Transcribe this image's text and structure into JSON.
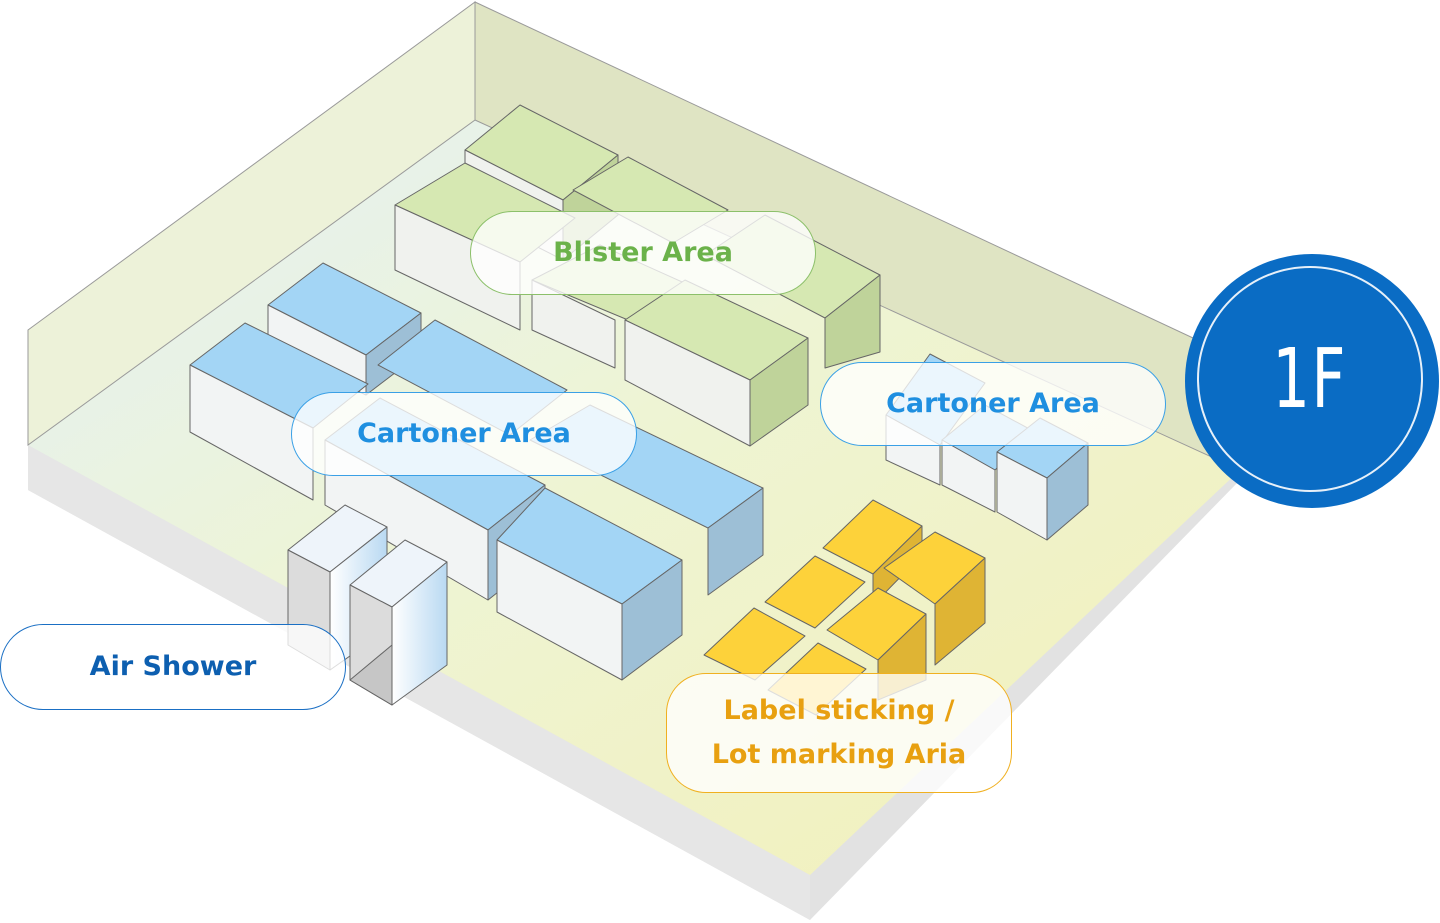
{
  "floor_badge": {
    "text": "1F",
    "color": "#0a6cc4"
  },
  "areas": {
    "blister": {
      "label": "Blister Area",
      "color": "#6bb24a"
    },
    "cartoner_left": {
      "label": "Cartoner Area",
      "color": "#1f8fe0"
    },
    "cartoner_right": {
      "label": "Cartoner Area",
      "color": "#1f8fe0"
    },
    "air_shower": {
      "label": "Air Shower",
      "color": "#0d5fb0"
    },
    "label_sticking": {
      "line1": "Label sticking /",
      "line2": "Lot marking Aria",
      "color": "#e8a010"
    }
  },
  "colors": {
    "machine_green": "#d6e8b2",
    "machine_blue": "#a3d5f5",
    "machine_yellow": "#fdd23a",
    "floor": "#f1f4c8",
    "wall": "#dfe6c4"
  }
}
